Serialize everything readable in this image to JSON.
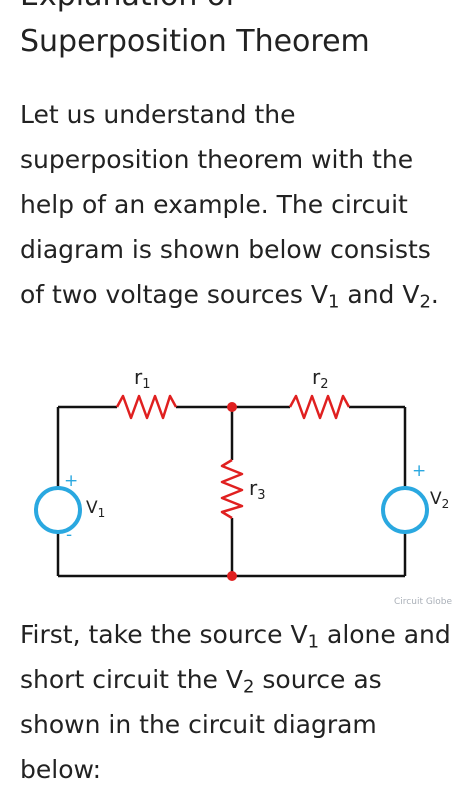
{
  "article": {
    "heading_line1": "Explanation of",
    "heading_line2": "Superposition Theorem",
    "intro": {
      "text1": "Let us understand the superposition theorem with the help of an example. The circuit diagram is shown below consists of two voltage sources V",
      "sub1": "1",
      "text2": " and V",
      "sub2": "2",
      "text3": "."
    },
    "followup": {
      "text1": "First, take the source V",
      "sub1": "1",
      "text2": " alone and short circuit the V",
      "sub2": "2",
      "text3": " source as shown in the circuit diagram below:"
    }
  },
  "circuit": {
    "r1": {
      "base": "r",
      "sub": "1"
    },
    "r2": {
      "base": "r",
      "sub": "2"
    },
    "r3": {
      "base": "r",
      "sub": "3"
    },
    "v1": {
      "base": "V",
      "sub": "1"
    },
    "v2": {
      "base": "V",
      "sub": "2"
    },
    "plus": "+",
    "minus": "-",
    "watermark": "Circuit Globe",
    "colors": {
      "wire": "#111111",
      "node": "#e02020",
      "resistor": "#e02020",
      "source": "#2aa8e0"
    }
  }
}
